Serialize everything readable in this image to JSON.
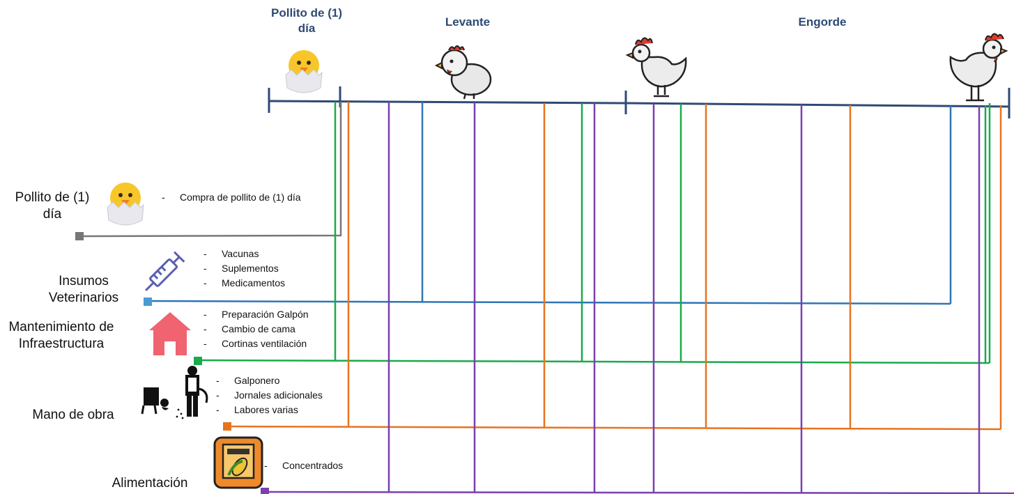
{
  "phases": {
    "pollito": "Pollito de (1) día",
    "levante": "Levante",
    "engorde": "Engorde"
  },
  "categories": [
    {
      "name": "Pollito de (1) día",
      "color": "#777777",
      "icon": "chick-icon",
      "items": [
        "Compra de pollito de (1) día"
      ]
    },
    {
      "name": "Insumos Veterinarios",
      "color": "#2e75b6",
      "icon": "syringe-icon",
      "items": [
        "Vacunas",
        "Suplementos",
        "Medicamentos"
      ]
    },
    {
      "name": "Mantenimiento de Infraestructura",
      "color": "#1aaa4b",
      "icon": "house-icon",
      "items": [
        "Preparación Galpón",
        "Cambio de cama",
        "Cortinas ventilación"
      ]
    },
    {
      "name": "Mano de obra",
      "color": "#e8731e",
      "icon": "farmer-icon",
      "items": [
        "Galponero",
        "Jornales adicionales",
        "Labores varias"
      ]
    },
    {
      "name": "Alimentación",
      "color": "#7b3fb0",
      "icon": "feed-bag-icon",
      "items": [
        "Concentrados"
      ]
    }
  ],
  "colors": {
    "timeline": "#2e4a74",
    "phase_text": "#2e4a74"
  }
}
